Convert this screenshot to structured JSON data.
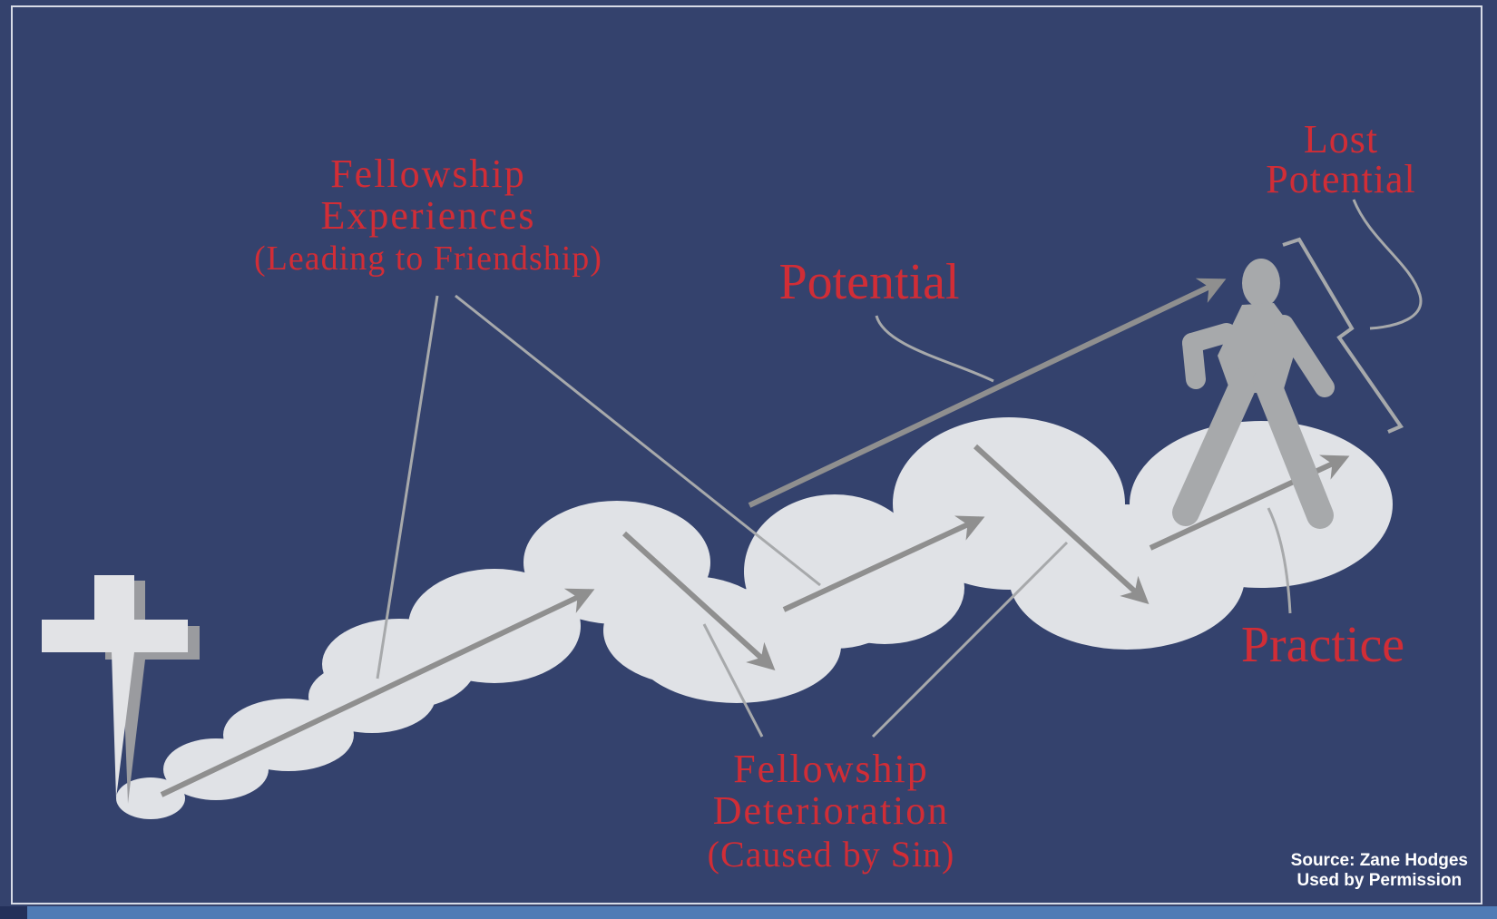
{
  "labels": {
    "fellowship_experiences": {
      "line1": "Fellowship",
      "line2": "Experiences",
      "line3": "(Leading to Friendship)"
    },
    "potential": "Potential",
    "lost_potential": {
      "line1": "Lost",
      "line2": "Potential"
    },
    "practice": "Practice",
    "fellowship_deterioration": {
      "line1": "Fellowship",
      "line2": "Deterioration",
      "line3": "(Caused by Sin)"
    }
  },
  "source": {
    "line1": "Source: Zane Hodges",
    "line2": "Used by Permission"
  },
  "colors": {
    "background": "#34426d",
    "label_red": "#d12d36",
    "cloud": "#e0e2e6",
    "arrow_gray": "#8f8f8f",
    "figure_gray": "#a7a9ab"
  },
  "icons": [
    "cross-icon",
    "walking-person-icon"
  ]
}
